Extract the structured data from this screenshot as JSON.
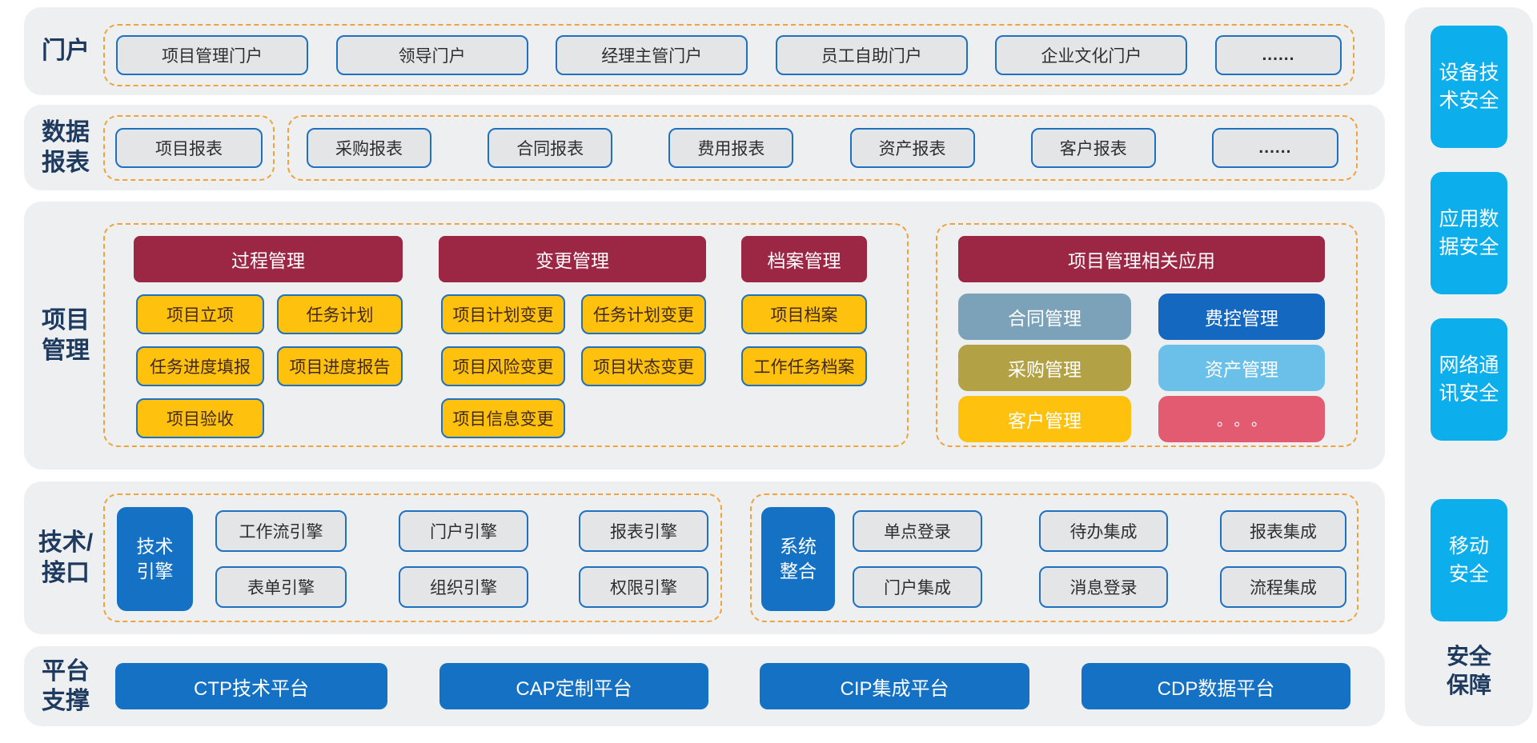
{
  "colors": {
    "band_bg": "#edeff1",
    "dashed_border": "#f0a23b",
    "box_border_blue": "#1f70c1",
    "gray_box_bg": "#e4e5e7",
    "yellow_box": "#fdc10e",
    "dark_red_header": "#9c2745",
    "blue_block": "#1471c4",
    "cyan_security": "#0caeec",
    "steel_blue": "#7ba2b8",
    "olive": "#b3a245",
    "sky_blue": "#6ac0e8",
    "pink_red": "#e25b70",
    "label_navy": "#1e3a5f"
  },
  "portal": {
    "label": "门户",
    "items": [
      "项目管理门户",
      "领导门户",
      "经理主管门户",
      "员工自助门户",
      "企业文化门户",
      "......"
    ]
  },
  "reports": {
    "label": "数据\n报表",
    "group1": [
      "项目报表"
    ],
    "group2": [
      "采购报表",
      "合同报表",
      "费用报表",
      "资产报表",
      "客户报表",
      "......"
    ]
  },
  "project": {
    "label": "项目\n管理",
    "process": {
      "header": "过程管理",
      "items": [
        "项目立项",
        "任务计划",
        "任务进度填报",
        "项目进度报告",
        "项目验收"
      ]
    },
    "change": {
      "header": "变更管理",
      "items": [
        "项目计划变更",
        "任务计划变更",
        "项目风险变更",
        "项目状态变更",
        "项目信息变更"
      ]
    },
    "archive": {
      "header": "档案管理",
      "items": [
        "项目档案",
        "工作任务档案"
      ]
    },
    "related": {
      "header": "项目管理相关应用",
      "items": [
        "合同管理",
        "费控管理",
        "采购管理",
        "资产管理",
        "客户管理",
        "。。。"
      ]
    }
  },
  "tech": {
    "label": "技术/\n接口",
    "engine": {
      "title": "技术\n引擎",
      "items": [
        "工作流引擎",
        "门户引擎",
        "报表引擎",
        "表单引擎",
        "组织引擎",
        "权限引擎"
      ]
    },
    "integration": {
      "title": "系统\n整合",
      "items": [
        "单点登录",
        "待办集成",
        "报表集成",
        "门户集成",
        "消息登录",
        "流程集成"
      ]
    }
  },
  "platform": {
    "label": "平台\n支撑",
    "items": [
      "CTP技术平台",
      "CAP定制平台",
      "CIP集成平台",
      "CDP数据平台"
    ]
  },
  "security": {
    "items": [
      "设备技\n术安全",
      "应用数\n据安全",
      "网络通\n讯安全",
      "移动\n安全"
    ],
    "footer": "安全\n保障"
  }
}
